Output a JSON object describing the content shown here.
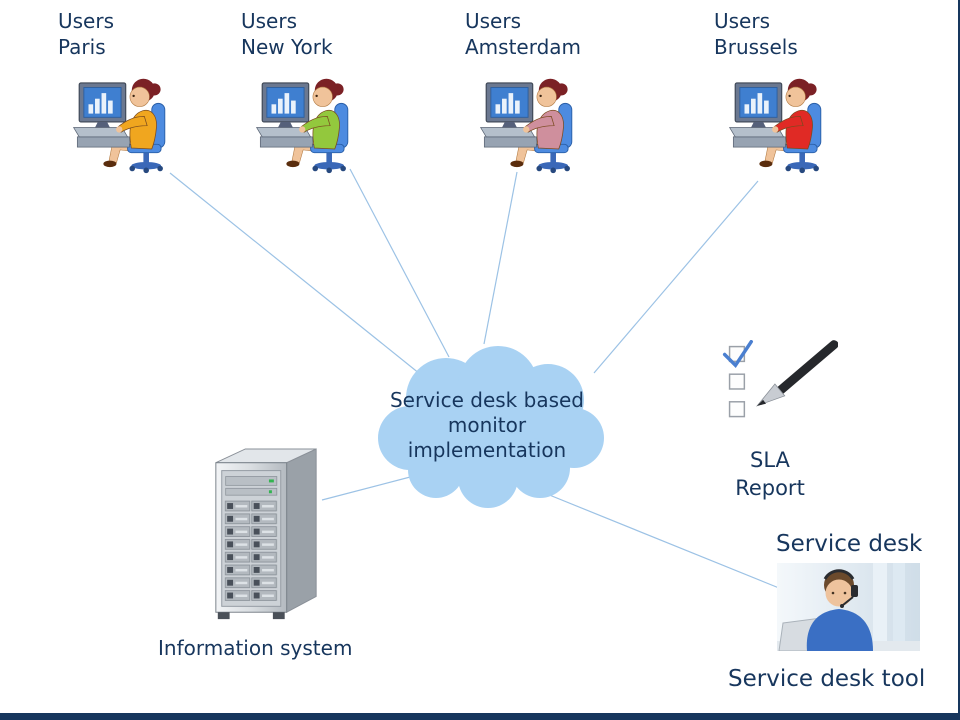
{
  "colors": {
    "text": "#17365d",
    "connector": "#9cc2e5",
    "cloud": "#a9d2f3",
    "chair": "#4d8be0",
    "skin": "#f0c39a",
    "hair": "#7b2125",
    "frame": "#17365d"
  },
  "users": [
    {
      "line1": "Users",
      "line2": "Paris",
      "shirt_color": "#f0a61f"
    },
    {
      "line1": "Users",
      "line2": "New York",
      "shirt_color": "#93c83d"
    },
    {
      "line1": "Users",
      "line2": "Amsterdam",
      "shirt_color": "#cf8f9d"
    },
    {
      "line1": "Users",
      "line2": "Brussels",
      "shirt_color": "#e02a25"
    }
  ],
  "cloud": {
    "line1": "Service desk based",
    "line2": "monitor",
    "line3": "implementation"
  },
  "information_system": {
    "label": "Information system"
  },
  "sla_report": {
    "line1": "SLA",
    "line2": "Report"
  },
  "service_desk": {
    "label": "Service desk"
  },
  "service_desk_tool": {
    "label": "Service desk tool"
  },
  "icons": {
    "user": "user-at-computer-icon",
    "cloud": "cloud-shape",
    "server": "server-tower-icon",
    "checklist": "checklist-and-pen-icon",
    "agent": "support-agent-photo"
  },
  "connections": [
    {
      "from": "users-paris",
      "to": "cloud"
    },
    {
      "from": "users-new-york",
      "to": "cloud"
    },
    {
      "from": "users-amsterdam",
      "to": "cloud"
    },
    {
      "from": "users-brussels",
      "to": "cloud"
    },
    {
      "from": "cloud",
      "to": "information-system"
    },
    {
      "from": "cloud",
      "to": "service-desk-tool"
    }
  ]
}
